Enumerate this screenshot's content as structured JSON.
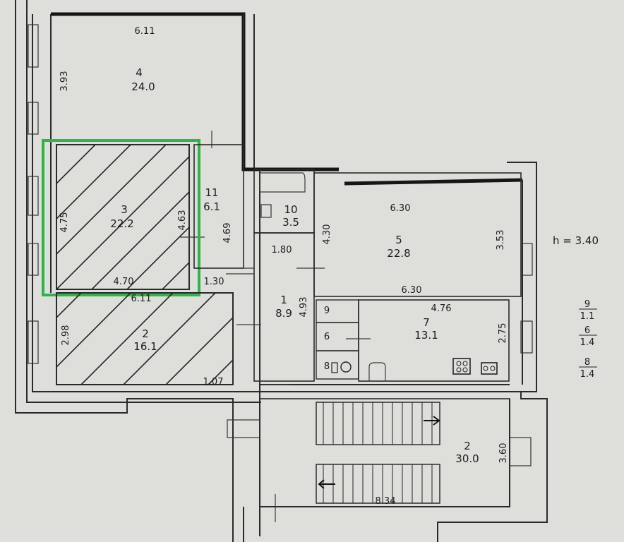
{
  "height_note": "h = 3.40",
  "rooms": [
    {
      "id": "4",
      "area": "24.0"
    },
    {
      "id": "3",
      "area": "22.2"
    },
    {
      "id": "2",
      "area": "16.1"
    },
    {
      "id": "11",
      "area": "6.1"
    },
    {
      "id": "10",
      "area": "3.5"
    },
    {
      "id": "1",
      "area": "8.9"
    },
    {
      "id": "5",
      "area": "22.8"
    },
    {
      "id": "7",
      "area": "13.1"
    },
    {
      "id": "9",
      "label": "9"
    },
    {
      "id": "6",
      "label": "6"
    },
    {
      "id": "8",
      "label": "8"
    },
    {
      "id": "2b",
      "label": "2",
      "area": "30.0"
    }
  ],
  "dimensions": {
    "d611_top": "6.11",
    "d393": "3.93",
    "d475": "4.75",
    "d463": "4.63",
    "d470": "4.70",
    "d611_mid": "6.11",
    "d298": "2.98",
    "d107": "1.07",
    "d469": "4.69",
    "d130": "1.30",
    "d180": "1.80",
    "d493": "4.93",
    "d430": "4.30",
    "d630_top": "6.30",
    "d353": "3.53",
    "d630_mid": "6.30",
    "d476": "4.76",
    "d275": "2.75",
    "d360": "3.60",
    "d834": "8.34"
  },
  "legend": [
    {
      "num": "9",
      "val": "1.1"
    },
    {
      "num": "6",
      "val": "1.4"
    },
    {
      "num": "8",
      "val": "1.4"
    }
  ],
  "highlight_color": "#2fb34a"
}
